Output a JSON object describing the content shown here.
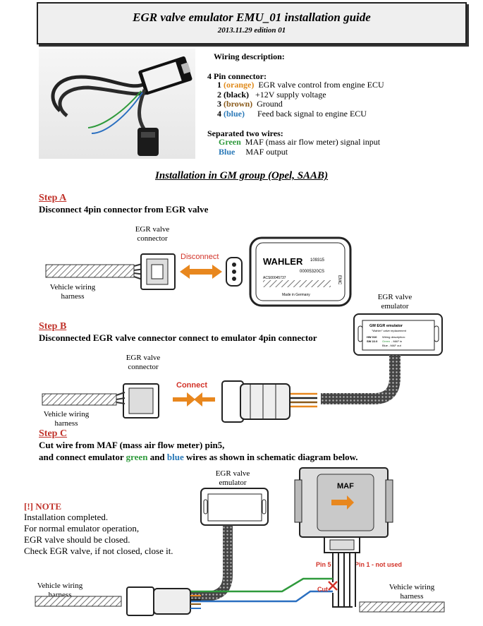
{
  "header": {
    "title": "EGR valve emulator EMU_01 installation guide",
    "edition": "2013.11.29 edition 01"
  },
  "wiring": {
    "heading": "Wiring description:",
    "connector_heading": "4 Pin connector:",
    "pins": [
      {
        "num": "1",
        "color": "(orange)",
        "desc": "EGR valve control from engine ECU"
      },
      {
        "num": "2",
        "color": "(black)",
        "desc": "+12V supply voltage"
      },
      {
        "num": "3",
        "color": "(brown)",
        "desc": "Ground"
      },
      {
        "num": "4",
        "color": "(blue)",
        "desc": "Feed back signal to engine ECU"
      }
    ],
    "separate_heading": "Separated two wires:",
    "wires": [
      {
        "color": "Green",
        "desc": "MAF (mass air flow meter) signal input"
      },
      {
        "color": "Blue",
        "desc": "MAF output"
      }
    ]
  },
  "section_title": "Installation in GM group (Opel, SAAB)",
  "stepA": {
    "label": "Step A",
    "desc": "Disconnect 4pin connector from EGR valve",
    "connector_label": "EGR valve\nconnector",
    "harness_label": "Vehicle wiring\nharness",
    "action": "Disconnect",
    "valve_brand": "WAHLER",
    "valve_code1": "109315",
    "valve_code2": "00005320CS",
    "valve_code3": "ACS00045737",
    "valve_origin": "Made in Germany",
    "valve_side": "EMC"
  },
  "stepB": {
    "label": "Step B",
    "desc": "Disconnected EGR valve connector connect to emulator 4pin connector",
    "connector_label": "EGR valve\nconnector",
    "harness_label": "Vehicle wiring\nharness",
    "action": "Connect",
    "emulator_label": "EGR valve\nemulator",
    "emu_title": "GM EGR emulator",
    "emu_sub": "\"Wahler\" valve replacement",
    "emu_hw": "HW 010",
    "emu_sw": "SW 22.0",
    "emu_wd": "Wiring description:",
    "emu_green": "Green",
    "emu_maf_in": "- MAF in",
    "emu_blue": "Blue - MAF out"
  },
  "stepC": {
    "label": "Step C",
    "desc1": "Cut wire from MAF (mass air flow meter) pin5,",
    "desc2_a": "and connect emulator",
    "desc2_green": "green",
    "desc2_and": "and",
    "desc2_blue": "blue",
    "desc2_b": "wires as shown in schematic diagram below.",
    "emulator_label": "EGR valve\nemulator",
    "maf_label": "MAF",
    "pin5": "Pin 5",
    "pin1": "Pin 1 - not used",
    "cut": "Cut",
    "harness_left": "Vehicle wiring\nharness",
    "harness_right": "Vehicle wiring\nharness"
  },
  "note": {
    "heading": "[!] NOTE",
    "lines": [
      "Installation completed.",
      "For normal emulator operation,",
      "EGR valve should be closed.",
      "Check EGR valve, if not closed, close it."
    ]
  },
  "colors": {
    "orange": "#e8871e",
    "blue": "#2a6fc0",
    "green": "#2f9a3c",
    "red": "#d23228"
  }
}
